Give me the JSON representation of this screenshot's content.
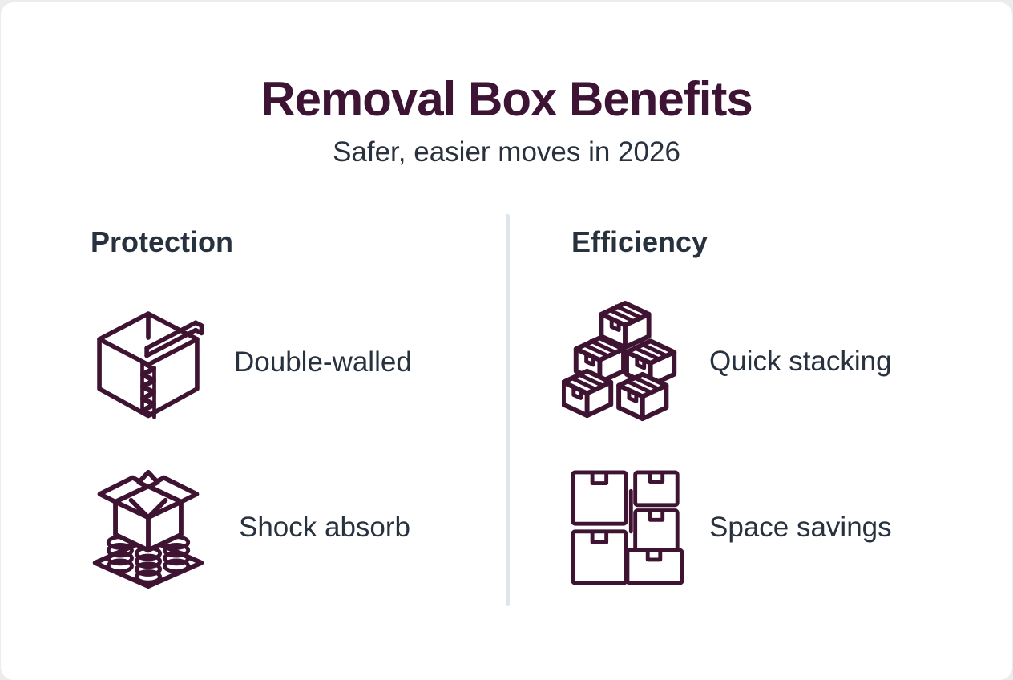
{
  "theme": {
    "background": "#ececec",
    "card": "#ffffff",
    "title_color": "#3D1434",
    "text_color": "#28323F",
    "icon_color": "#3F1433",
    "divider_color": "#dfe5ec"
  },
  "header": {
    "title": "Removal Box Benefits",
    "subtitle": "Safer, easier moves in 2026"
  },
  "columns": [
    {
      "heading": "Protection",
      "items": [
        {
          "icon": "double-walled-box-icon",
          "label": "Double-walled"
        },
        {
          "icon": "box-on-springs-icon",
          "label": "Shock absorb"
        }
      ]
    },
    {
      "heading": "Efficiency",
      "items": [
        {
          "icon": "stacked-boxes-icon",
          "label": "Quick stacking"
        },
        {
          "icon": "packed-boxes-icon",
          "label": "Space savings"
        }
      ]
    }
  ]
}
